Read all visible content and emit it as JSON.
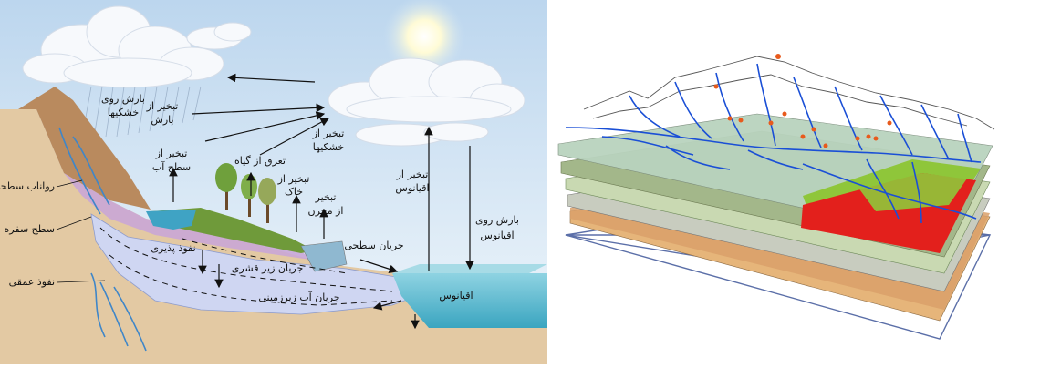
{
  "water_cycle": {
    "labels": {
      "precip_land": [
        "بارش روی",
        "خشکیها"
      ],
      "evap_rain": [
        "تبخیر از",
        "بارش"
      ],
      "evap_surface_water": [
        "تبخیر از",
        "سطح آب"
      ],
      "transpiration": "تعرق از گیاه",
      "evap_land": [
        "تبخیر از",
        "خشکیها"
      ],
      "evap_soil": [
        "تبخیر از",
        "خاک"
      ],
      "evap_reservoir": [
        "تبخیر",
        "از مخزن"
      ],
      "evap_ocean": [
        "تبخیر از",
        "اقیانوس"
      ],
      "precip_ocean": [
        "بارش روی",
        "اقیانوس"
      ],
      "surface_runoff": "رواناب سطحی",
      "water_table": "سطح سفره",
      "infiltration": "نفوذ پذیری",
      "surface_flow": "جریان سطحی",
      "interflow": "جریان زیر قشری",
      "groundwater_flow": "جریان آب زیرزمینی",
      "deep_percolation": "نفوذ عمقی",
      "ocean": "اقیانوس"
    }
  },
  "colors": {
    "sky": "#cfe3f3",
    "ground": "#e3c9a3",
    "aquifer": "#cfd6f2",
    "soil_zone": "#c9a6d6",
    "ocean": "#6fc3d6",
    "grass": "#6f9a3a",
    "rock": "#b98a5e",
    "layer_red": "#e3201c",
    "layer_green": "#8fc63a",
    "river_blue": "#1a4fd6"
  }
}
